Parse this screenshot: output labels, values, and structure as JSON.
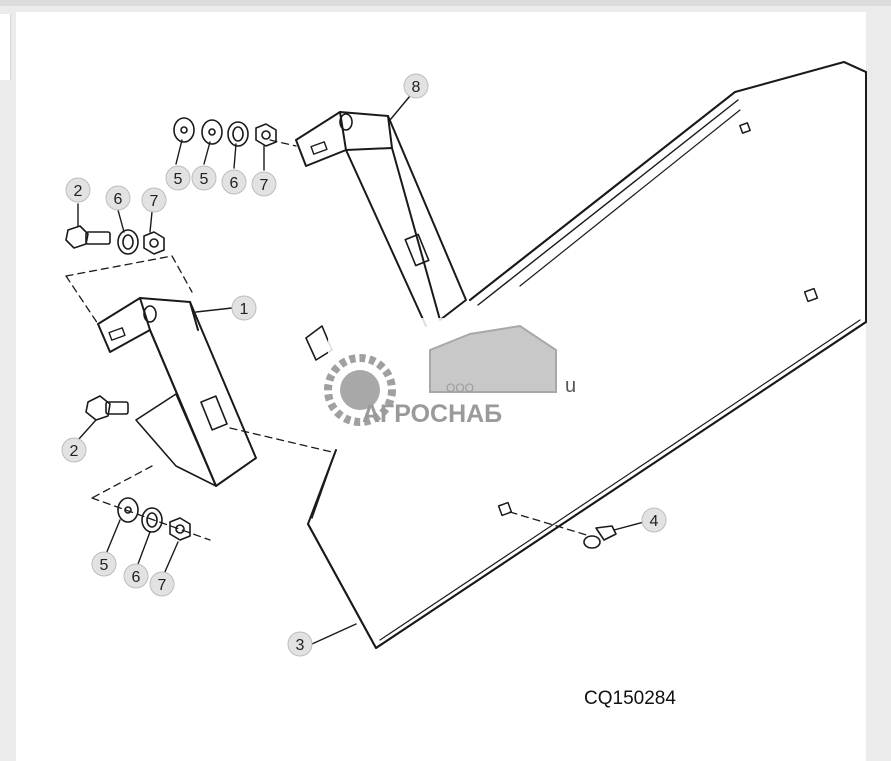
{
  "figure": {
    "code": "CQ150284"
  },
  "watermark": {
    "prefix": "ООО",
    "brand": "АГРОСНАБ",
    "tail": "u"
  },
  "callouts": [
    {
      "id": "c1",
      "label": "1"
    },
    {
      "id": "c2a",
      "label": "2"
    },
    {
      "id": "c2b",
      "label": "2"
    },
    {
      "id": "c3",
      "label": "3"
    },
    {
      "id": "c4",
      "label": "4"
    },
    {
      "id": "c5a",
      "label": "5"
    },
    {
      "id": "c5b",
      "label": "5"
    },
    {
      "id": "c5c",
      "label": "5"
    },
    {
      "id": "c6a",
      "label": "6"
    },
    {
      "id": "c6b",
      "label": "6"
    },
    {
      "id": "c6c",
      "label": "6"
    },
    {
      "id": "c7a",
      "label": "7"
    },
    {
      "id": "c7b",
      "label": "7"
    },
    {
      "id": "c7c",
      "label": "7"
    },
    {
      "id": "c8",
      "label": "8"
    }
  ],
  "colors": {
    "line": "#1a1a1a",
    "callout_fill": "#e2e2e2",
    "watermark": "#9a9a9a"
  }
}
